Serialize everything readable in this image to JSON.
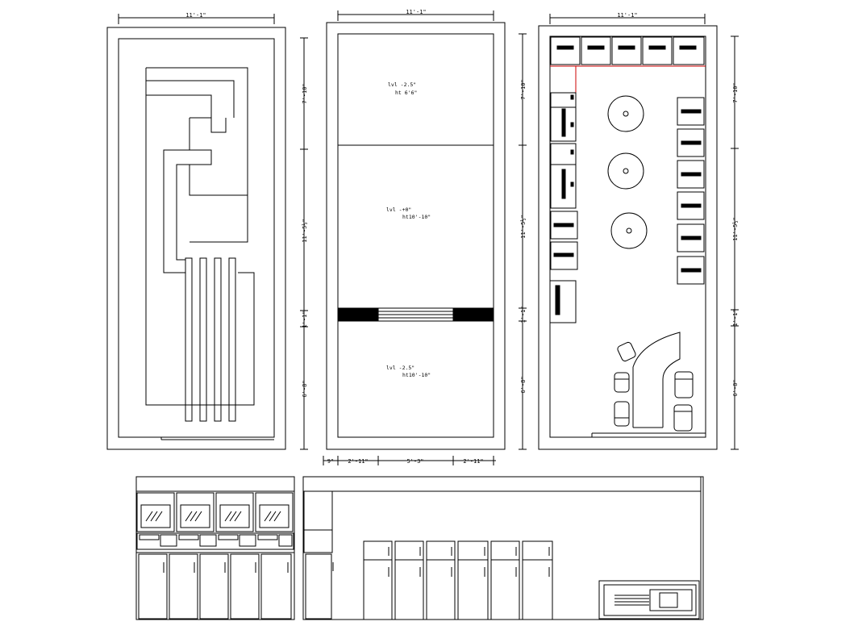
{
  "dimensions": {
    "plan1_width": "11'-1\"",
    "plan2_width": "11'-1\"",
    "plan3_width": "11'-1\"",
    "seg_top": "7'-10\"",
    "seg_mid": "11'-5½\"",
    "seg_small": "1'-1\"",
    "seg_bottom": "6'-8\"",
    "bottom_a": "9\"",
    "bottom_b": "2'-11\"",
    "bottom_c": "5'-3\"",
    "bottom_d": "2'-11\""
  },
  "levels": {
    "top_lvl": "lvl -2.5\"",
    "top_ht": "ht 6'6\"",
    "mid_lvl": "lvl -+0\"",
    "mid_ht": "ht10'-10\"",
    "bot_lvl": "lvl -2.5\"",
    "bot_ht": "ht10'-10\""
  },
  "colors": {
    "line": "#000000",
    "accent": "#cc0000",
    "background": "#ffffff"
  }
}
